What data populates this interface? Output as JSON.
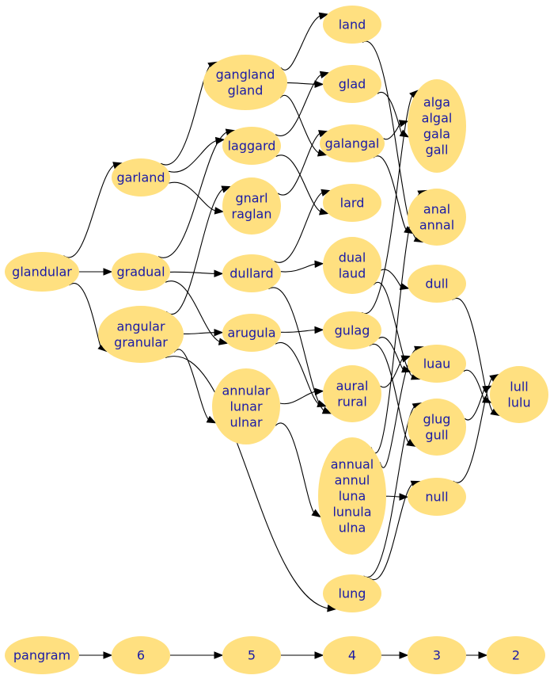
{
  "colors": {
    "node_fill": "#ffe080",
    "label": "#1a1aa6",
    "edge": "#000000"
  },
  "nodes": [
    {
      "id": "glandular",
      "lines": [
        "glandular"
      ]
    },
    {
      "id": "garland",
      "lines": [
        "garland"
      ]
    },
    {
      "id": "gradual",
      "lines": [
        "gradual"
      ]
    },
    {
      "id": "angular",
      "lines": [
        "angular",
        "granular"
      ]
    },
    {
      "id": "gangland",
      "lines": [
        "gangland",
        "gland"
      ]
    },
    {
      "id": "laggard",
      "lines": [
        "laggard"
      ]
    },
    {
      "id": "gnarl",
      "lines": [
        "gnarl",
        "raglan"
      ]
    },
    {
      "id": "dullard",
      "lines": [
        "dullard"
      ]
    },
    {
      "id": "arugula",
      "lines": [
        "arugula"
      ]
    },
    {
      "id": "annular",
      "lines": [
        "annular",
        "lunar",
        "ulnar"
      ]
    },
    {
      "id": "land",
      "lines": [
        "land"
      ]
    },
    {
      "id": "glad",
      "lines": [
        "glad"
      ]
    },
    {
      "id": "galangal",
      "lines": [
        "galangal"
      ]
    },
    {
      "id": "lard",
      "lines": [
        "lard"
      ]
    },
    {
      "id": "dual",
      "lines": [
        "dual",
        "laud"
      ]
    },
    {
      "id": "gulag",
      "lines": [
        "gulag"
      ]
    },
    {
      "id": "aural",
      "lines": [
        "aural",
        "rural"
      ]
    },
    {
      "id": "annual",
      "lines": [
        "annual",
        "annul",
        "luna",
        "lunula",
        "ulna"
      ]
    },
    {
      "id": "lung",
      "lines": [
        "lung"
      ]
    },
    {
      "id": "alga",
      "lines": [
        "alga",
        "algal",
        "gala",
        "gall"
      ]
    },
    {
      "id": "anal",
      "lines": [
        "anal",
        "annal"
      ]
    },
    {
      "id": "dull",
      "lines": [
        "dull"
      ]
    },
    {
      "id": "luau",
      "lines": [
        "luau"
      ]
    },
    {
      "id": "glug",
      "lines": [
        "glug",
        "gull"
      ]
    },
    {
      "id": "null",
      "lines": [
        "null"
      ]
    },
    {
      "id": "lull",
      "lines": [
        "lull",
        "lulu"
      ]
    },
    {
      "id": "pangram",
      "lines": [
        "pangram"
      ]
    },
    {
      "id": "n6",
      "lines": [
        "6"
      ]
    },
    {
      "id": "n5",
      "lines": [
        "5"
      ]
    },
    {
      "id": "n4",
      "lines": [
        "4"
      ]
    },
    {
      "id": "n3",
      "lines": [
        "3"
      ]
    },
    {
      "id": "n2",
      "lines": [
        "2"
      ]
    }
  ],
  "edges": [
    [
      "glandular",
      "garland"
    ],
    [
      "glandular",
      "gradual"
    ],
    [
      "glandular",
      "angular"
    ],
    [
      "garland",
      "gangland"
    ],
    [
      "garland",
      "laggard"
    ],
    [
      "garland",
      "gnarl"
    ],
    [
      "gradual",
      "laggard"
    ],
    [
      "gradual",
      "dullard"
    ],
    [
      "gradual",
      "arugula"
    ],
    [
      "angular",
      "gnarl"
    ],
    [
      "angular",
      "arugula"
    ],
    [
      "angular",
      "annular"
    ],
    [
      "angular",
      "lung"
    ],
    [
      "gangland",
      "land"
    ],
    [
      "gangland",
      "glad"
    ],
    [
      "gangland",
      "galangal"
    ],
    [
      "laggard",
      "glad"
    ],
    [
      "laggard",
      "lard"
    ],
    [
      "gnarl",
      "galangal"
    ],
    [
      "dullard",
      "lard"
    ],
    [
      "dullard",
      "dual"
    ],
    [
      "dullard",
      "aural"
    ],
    [
      "arugula",
      "gulag"
    ],
    [
      "arugula",
      "aural"
    ],
    [
      "annular",
      "aural"
    ],
    [
      "annular",
      "annual"
    ],
    [
      "land",
      "anal"
    ],
    [
      "glad",
      "alga"
    ],
    [
      "galangal",
      "alga"
    ],
    [
      "galangal",
      "anal"
    ],
    [
      "dual",
      "dull"
    ],
    [
      "dual",
      "luau"
    ],
    [
      "gulag",
      "alga"
    ],
    [
      "gulag",
      "luau"
    ],
    [
      "gulag",
      "glug"
    ],
    [
      "aural",
      "luau"
    ],
    [
      "annual",
      "anal"
    ],
    [
      "annual",
      "luau"
    ],
    [
      "annual",
      "null"
    ],
    [
      "lung",
      "glug"
    ],
    [
      "lung",
      "null"
    ],
    [
      "dull",
      "lull"
    ],
    [
      "luau",
      "lull"
    ],
    [
      "glug",
      "lull"
    ],
    [
      "null",
      "lull"
    ],
    [
      "pangram",
      "n6"
    ],
    [
      "n6",
      "n5"
    ],
    [
      "n5",
      "n4"
    ],
    [
      "n4",
      "n3"
    ],
    [
      "n3",
      "n2"
    ]
  ]
}
